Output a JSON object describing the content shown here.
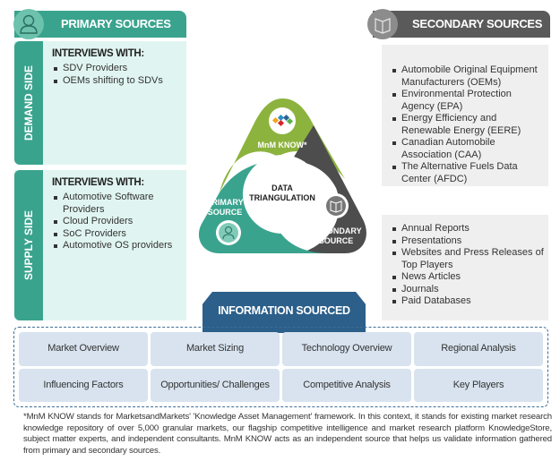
{
  "primary": {
    "title": "PRIMARY SOURCES",
    "icon": "person-icon",
    "demand": {
      "label": "DEMAND SIDE",
      "heading": "INTERVIEWS WITH:",
      "items": [
        "SDV Providers",
        "OEMs shifting to SDVs"
      ]
    },
    "supply": {
      "label": "SUPPLY SIDE",
      "heading": "INTERVIEWS WITH:",
      "items": [
        "Automotive Software Providers",
        "Cloud Providers",
        "SoC Providers",
        "Automotive OS providers"
      ]
    }
  },
  "secondary": {
    "title": "SECONDARY SOURCES",
    "icon": "book-icon",
    "group1": [
      "Automobile Original Equipment Manufacturers (OEMs)",
      "Environmental Protection Agency (EPA)",
      "Energy Efficiency and Renewable Energy (EERE)",
      "Canadian Automobile Association (CAA)",
      "The Alternative Fuels Data Center (AFDC)"
    ],
    "group2": [
      "Annual Reports",
      "Presentations",
      "Websites and Press Releases of Top Players",
      "News Articles",
      "Journals",
      "Paid Databases"
    ]
  },
  "triangle": {
    "center_line1": "DATA",
    "center_line2": "TRIANGULATION",
    "top_label": "MnM KNOW*",
    "left_line1": "PRIMARY",
    "left_line2": "SOURCE",
    "right_line1": "SECONDARY",
    "right_line2": "SOURCE",
    "colors": {
      "green": "#8cb33e",
      "teal": "#3aa38e",
      "gray": "#4d4d4d"
    }
  },
  "info": {
    "title": "INFORMATION SOURCED",
    "cells": [
      "Market Overview",
      "Market Sizing",
      "Technology Overview",
      "Regional Analysis",
      "Influencing Factors",
      "Opportunities/ Challenges",
      "Competitive Analysis",
      "Key Players"
    ]
  },
  "footnote": "*MnM KNOW stands for MarketsandMarkets' 'Knowledge Asset Management' framework. In this context, it stands for existing market research knowledge repository of over 5,000 granular markets, our flagship competitive intelligence and market research platform KnowledgeStore, subject matter experts, and independent consultants. MnM KNOW acts as an independent source that helps us validate information gathered from primary and secondary sources."
}
